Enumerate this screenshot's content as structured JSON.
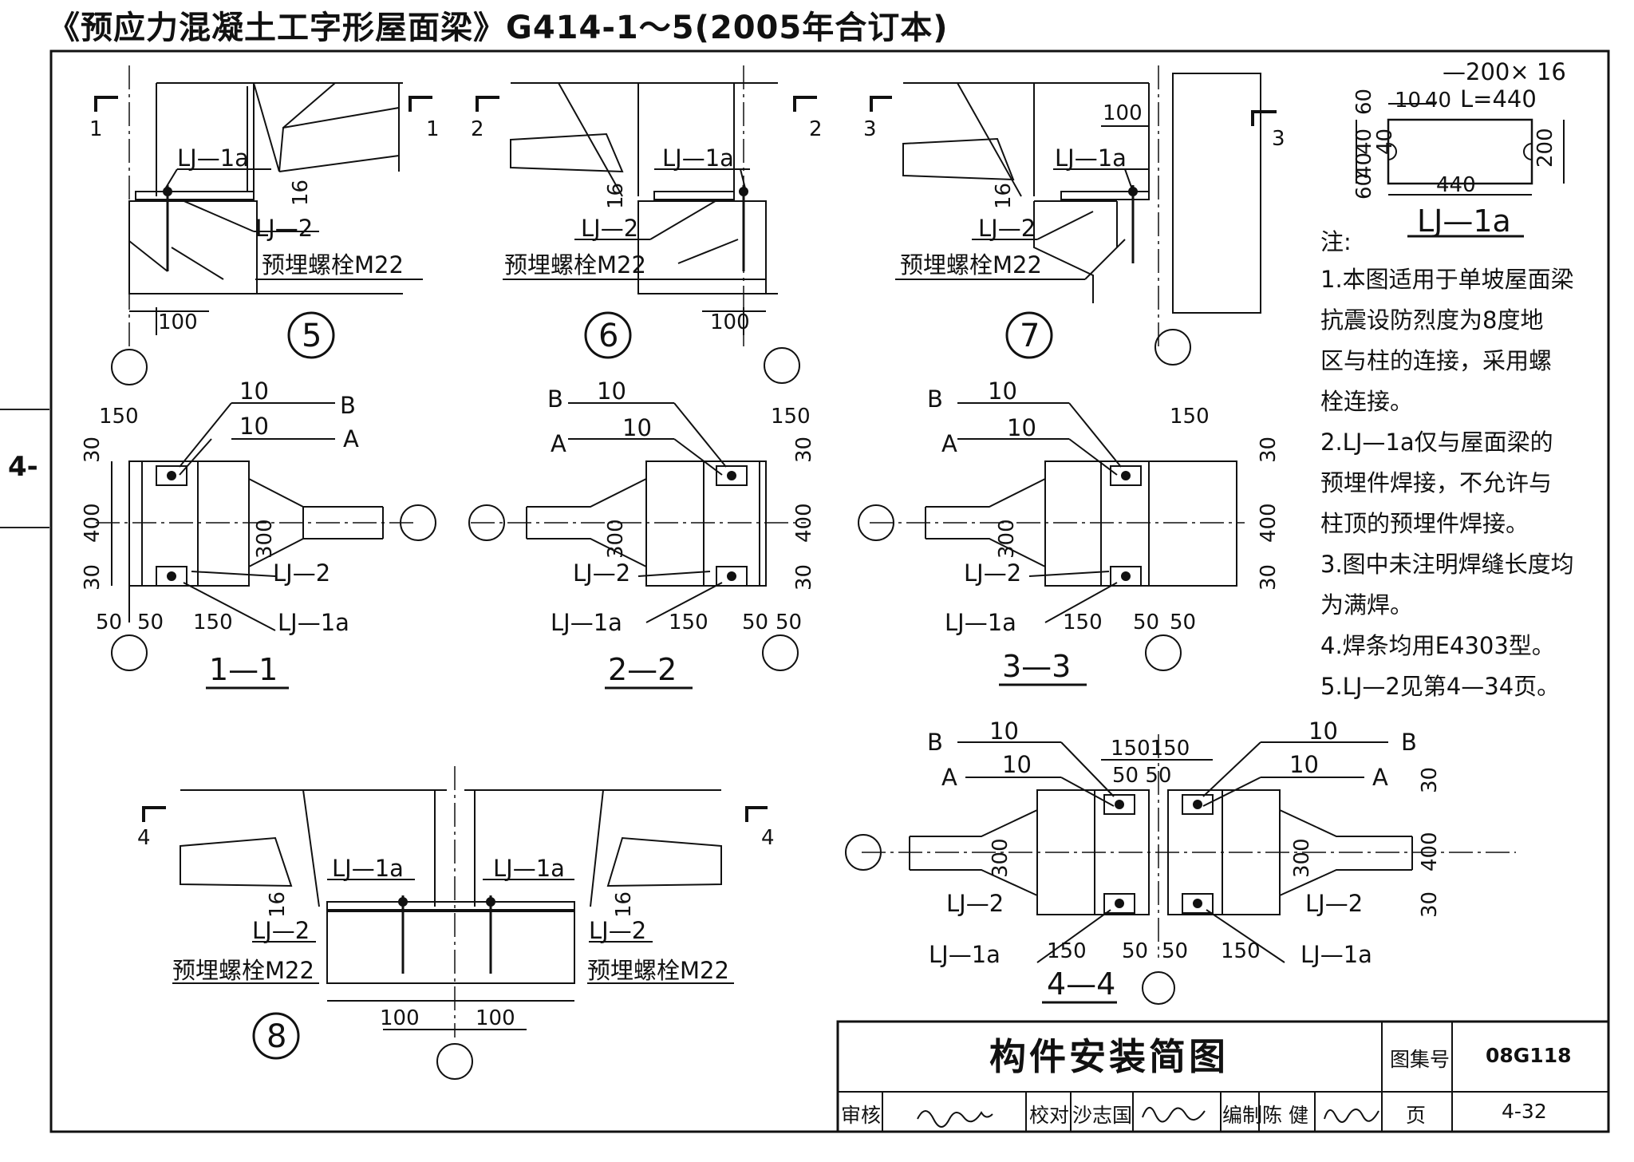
{
  "header": {
    "title": "《预应力混凝土工字形屋面梁》G414-1～5(2005年合订本)",
    "side_tab": "4-"
  },
  "labels": {
    "lj1a": "LJ—1a",
    "lj2": "LJ—2",
    "bolt": "预埋螺栓M22",
    "weld_b": "B",
    "weld_a": "A",
    "weld_size": "10"
  },
  "dims": {
    "d100": "100",
    "d16": "16",
    "d150": "150",
    "d30": "30",
    "d400": "400",
    "d300": "300",
    "d50": "50",
    "d150x150": "150150",
    "d50x50": "50  50"
  },
  "callouts": {
    "c5": "5",
    "c6": "6",
    "c7": "7",
    "c8": "8",
    "s1": "1",
    "s2": "2",
    "s3": "3",
    "s4": "4"
  },
  "sections": {
    "s11": "1—1",
    "s22": "2—2",
    "s33": "3—3",
    "s44": "4—4"
  },
  "plate_detail": {
    "spec": "—200× 16",
    "length": "L=440",
    "d10": "10",
    "d40": "40",
    "d60": "60",
    "d200": "200",
    "d440": "440",
    "name": "LJ—1a"
  },
  "notes": {
    "heading": "注:",
    "lines": [
      "1.本图适用于单坡屋面梁",
      "  抗震设防烈度为8度地",
      "  区与柱的连接，采用螺",
      "  栓连接。",
      "2.LJ—1a仅与屋面梁的",
      "  预埋件焊接，不允许与",
      "  柱顶的预埋件焊接。",
      "3.图中未注明焊缝长度均",
      "  为满焊。",
      "4.焊条均用E4303型。",
      "5.LJ—2见第4—34页。"
    ]
  },
  "title_block": {
    "drawing_title": "构件安装简图",
    "atlas_label": "图集号",
    "atlas_no": "08G118",
    "review_label": "审核",
    "check_label": "校对",
    "checker": "沙志国",
    "compile_label": "编制",
    "compiler": "陈  健",
    "page_label": "页",
    "page_no": "4-32"
  }
}
